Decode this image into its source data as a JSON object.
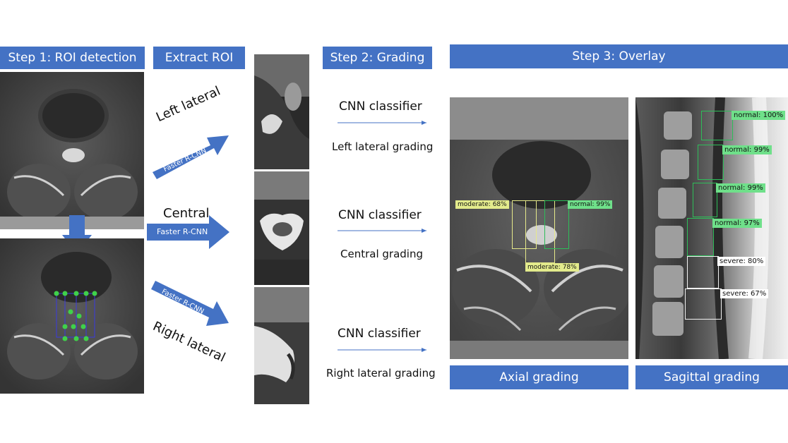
{
  "colors": {
    "header_bg": "#4472C4",
    "arrow": "#4472C4",
    "box_green": "#2EBD59",
    "box_yellow": "#E6E98A",
    "box_white": "#F2F2F2",
    "label_green": "#6FE08A",
    "label_yellow": "#E3EB8C",
    "label_white": "#FFFFFF"
  },
  "headers": {
    "step1": "Step 1: ROI detection",
    "extract": "Extract ROI",
    "step2": "Step 2: Grading",
    "step3": "Step 3: Overlay"
  },
  "roi_arrows": [
    {
      "top_label": "Left lateral",
      "arrow_label": "Faster R-CNN"
    },
    {
      "top_label": "Central",
      "arrow_label": "Faster R-CNN"
    },
    {
      "arrow_label": "Faster R-CNN",
      "bottom_label": "Right lateral"
    }
  ],
  "grading": [
    {
      "classifier": "CNN classifier",
      "result": "Left lateral grading"
    },
    {
      "classifier": "CNN classifier",
      "result": "Central grading"
    },
    {
      "classifier": "CNN classifier",
      "result": "Right lateral grading"
    }
  ],
  "axial": {
    "label": "Axial grading",
    "boxes": [
      {
        "label": "moderate: 68%",
        "color": "yellow"
      },
      {
        "label": "normal: 99%",
        "color": "green"
      },
      {
        "label": "moderate: 78%",
        "color": "yellow"
      }
    ]
  },
  "sagittal": {
    "label": "Sagittal grading",
    "boxes": [
      {
        "label": "normal: 100%",
        "color": "green"
      },
      {
        "label": "normal: 99%",
        "color": "green"
      },
      {
        "label": "normal: 99%",
        "color": "green"
      },
      {
        "label": "normal: 97%",
        "color": "green"
      },
      {
        "label": "severe: 80%",
        "color": "white"
      },
      {
        "label": "severe: 67%",
        "color": "white"
      }
    ]
  }
}
